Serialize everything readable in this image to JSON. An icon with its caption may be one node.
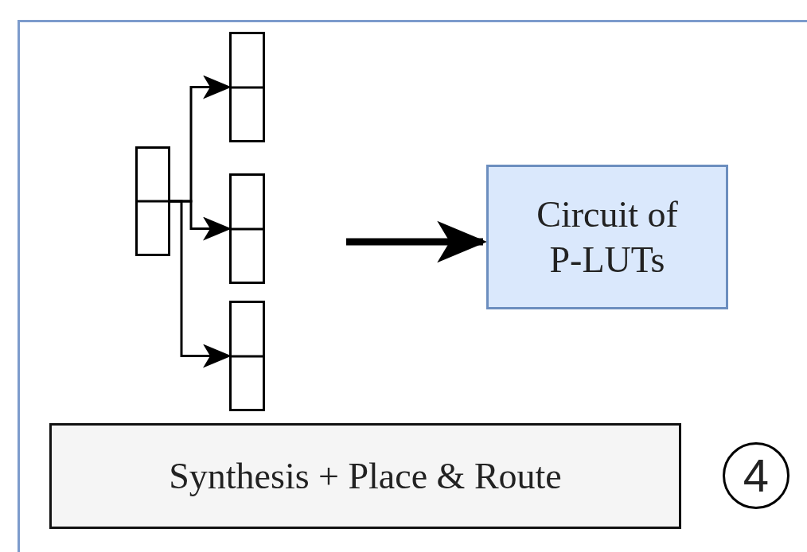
{
  "diagram": {
    "nodes": [
      {
        "text": [],
        "shape": "box"
      },
      {
        "text": [],
        "shape": "box"
      },
      {
        "text": [],
        "shape": "box"
      },
      {
        "text": [],
        "shape": "box"
      },
      {
        "text": [
          "Circuit of P-LUTs"
        ]
      },
      {
        "text": [
          "Synthesis + Place & Route"
        ]
      },
      {
        "text": [
          "4"
        ]
      }
    ],
    "edges": [
      {
        "from": 0,
        "to": 1,
        "arrow": "to"
      },
      {
        "from": 0,
        "to": 2,
        "arrow": "to"
      },
      {
        "from": 0,
        "to": 3,
        "arrow": "to"
      },
      {
        "from": null,
        "to": 4,
        "arrow": "to",
        "style": "thick"
      }
    ]
  }
}
